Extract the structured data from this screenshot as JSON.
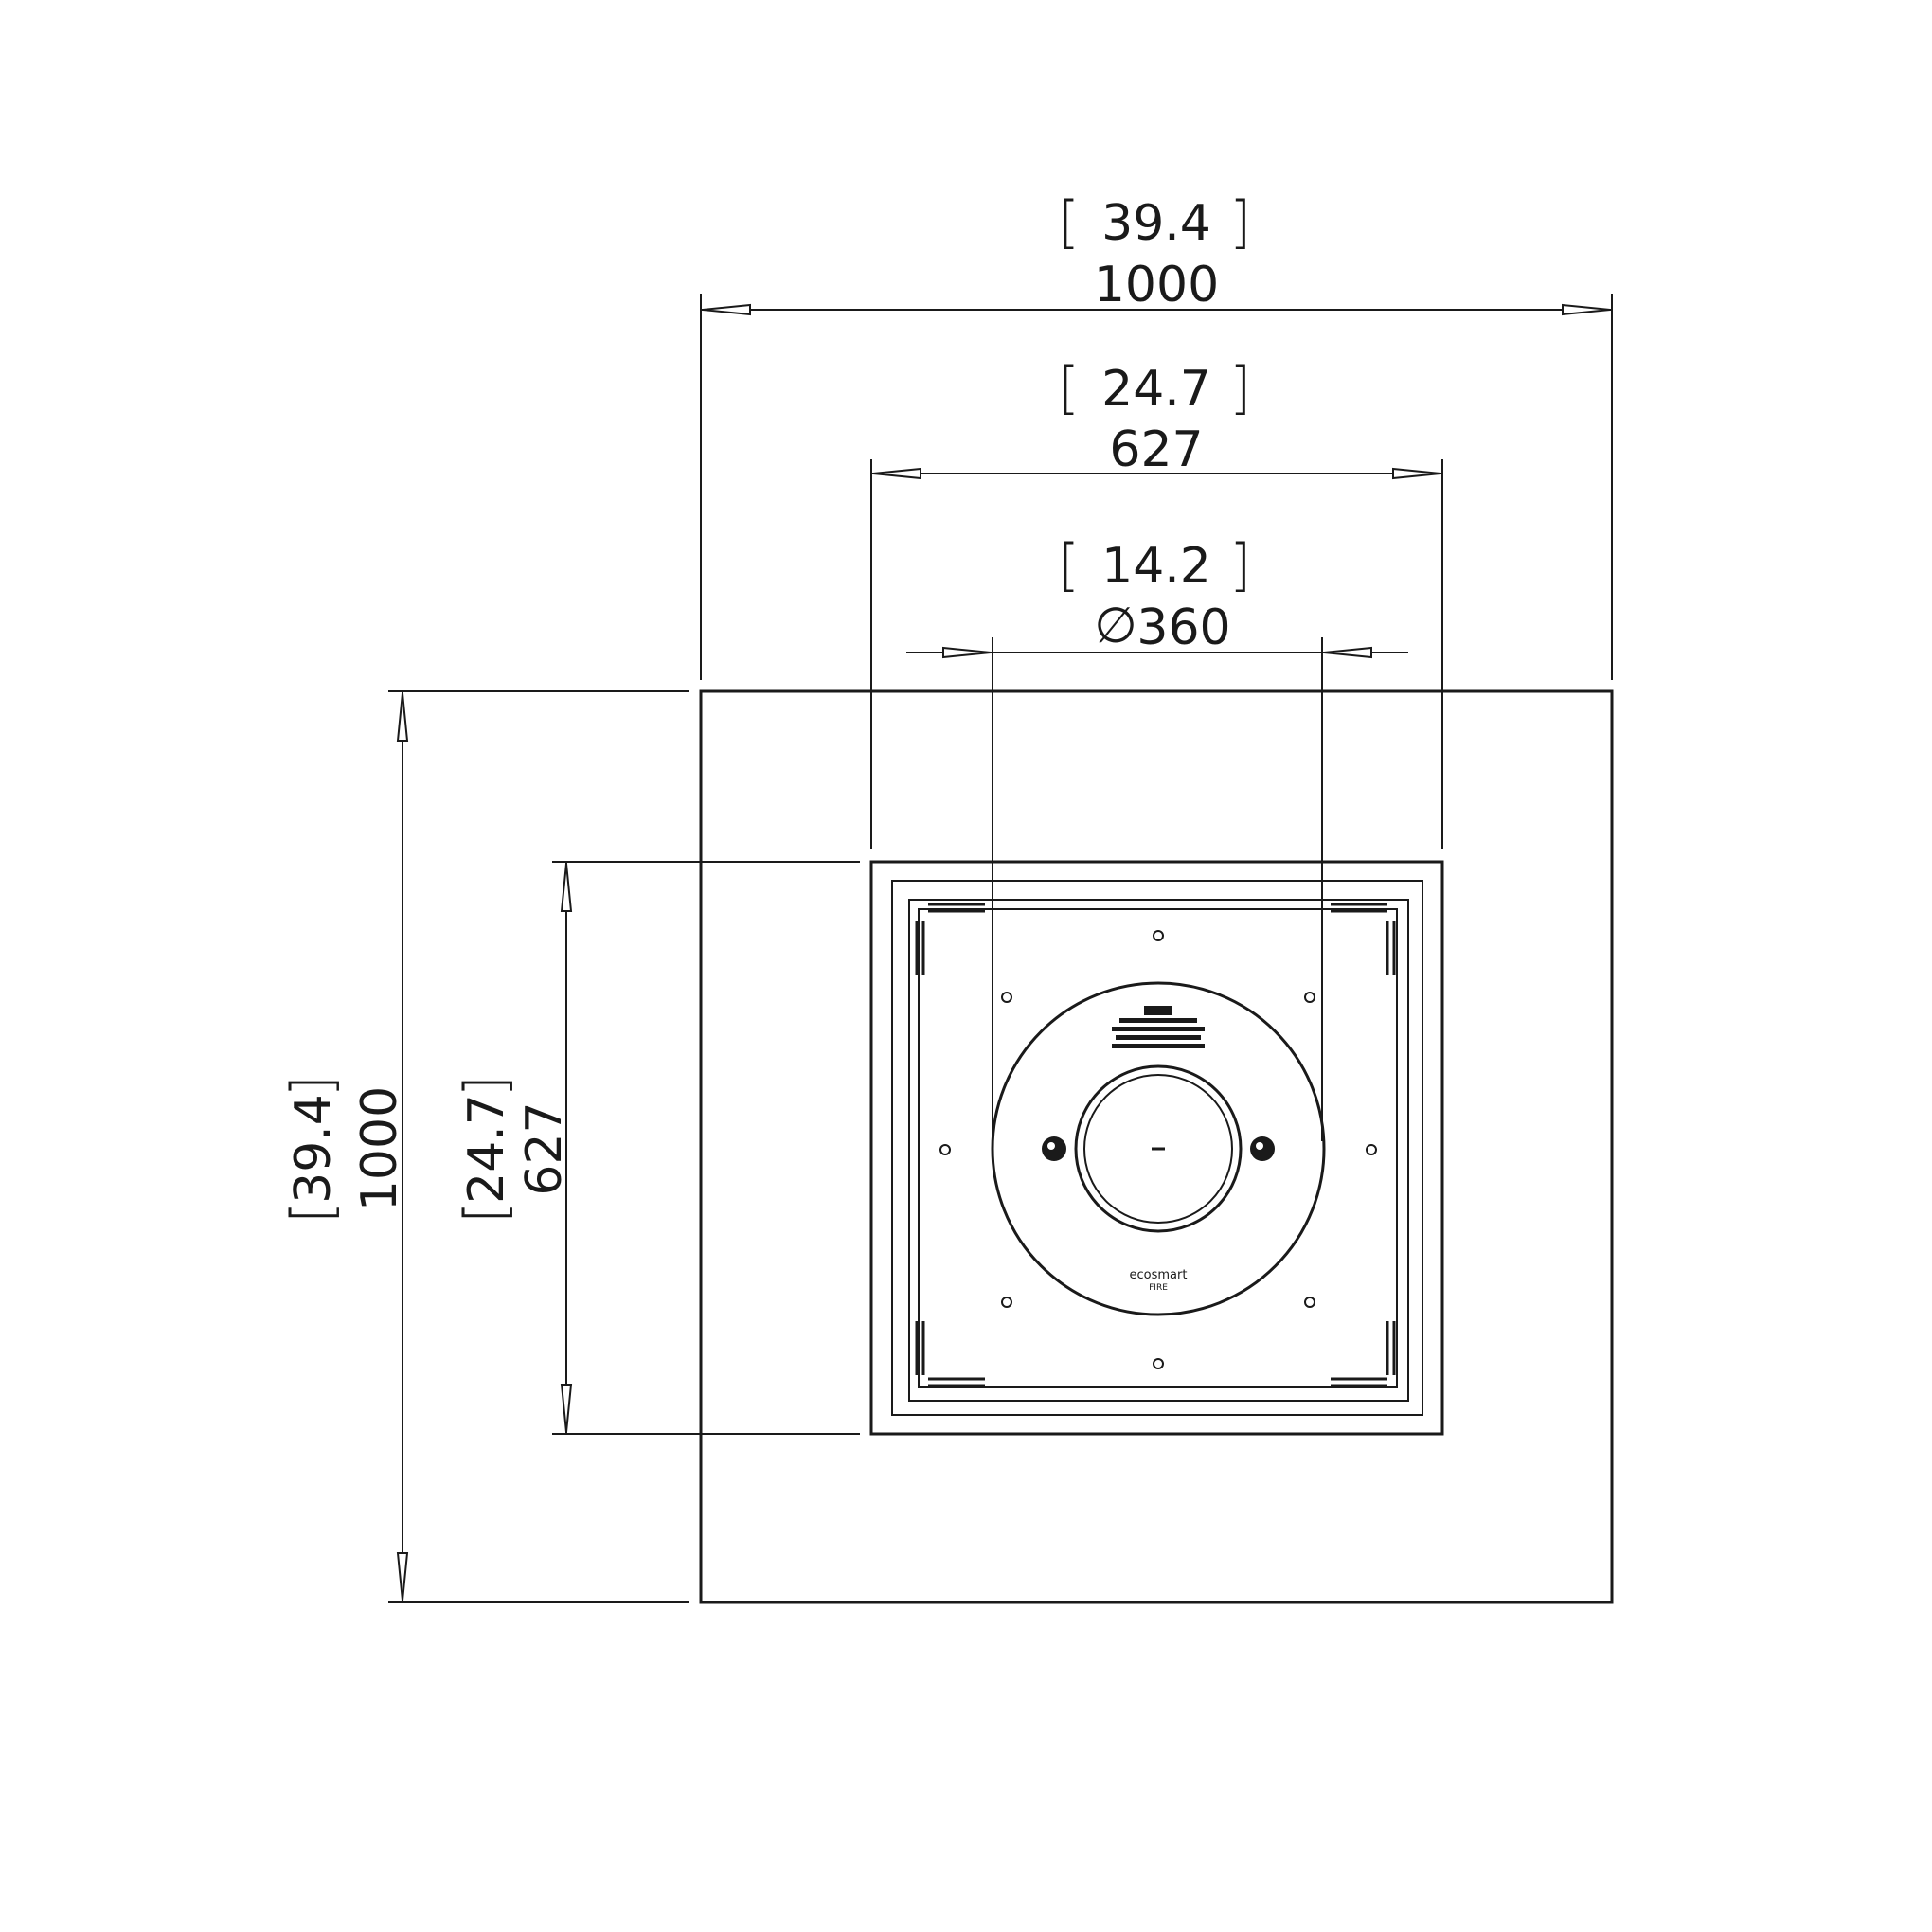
{
  "dimensions": {
    "overall_width": {
      "inch": "39.4",
      "mm": "1000"
    },
    "burner_width": {
      "inch": "24.7",
      "mm": "627"
    },
    "burner_diameter": {
      "inch": "14.2",
      "symbol": "∅",
      "mm": "360"
    },
    "overall_depth": {
      "inch": "39.4",
      "mm": "1000"
    },
    "burner_depth": {
      "inch": "24.7",
      "mm": "627"
    }
  },
  "burner_plate": {
    "brand": "ecosmart",
    "sub": "FIRE"
  }
}
